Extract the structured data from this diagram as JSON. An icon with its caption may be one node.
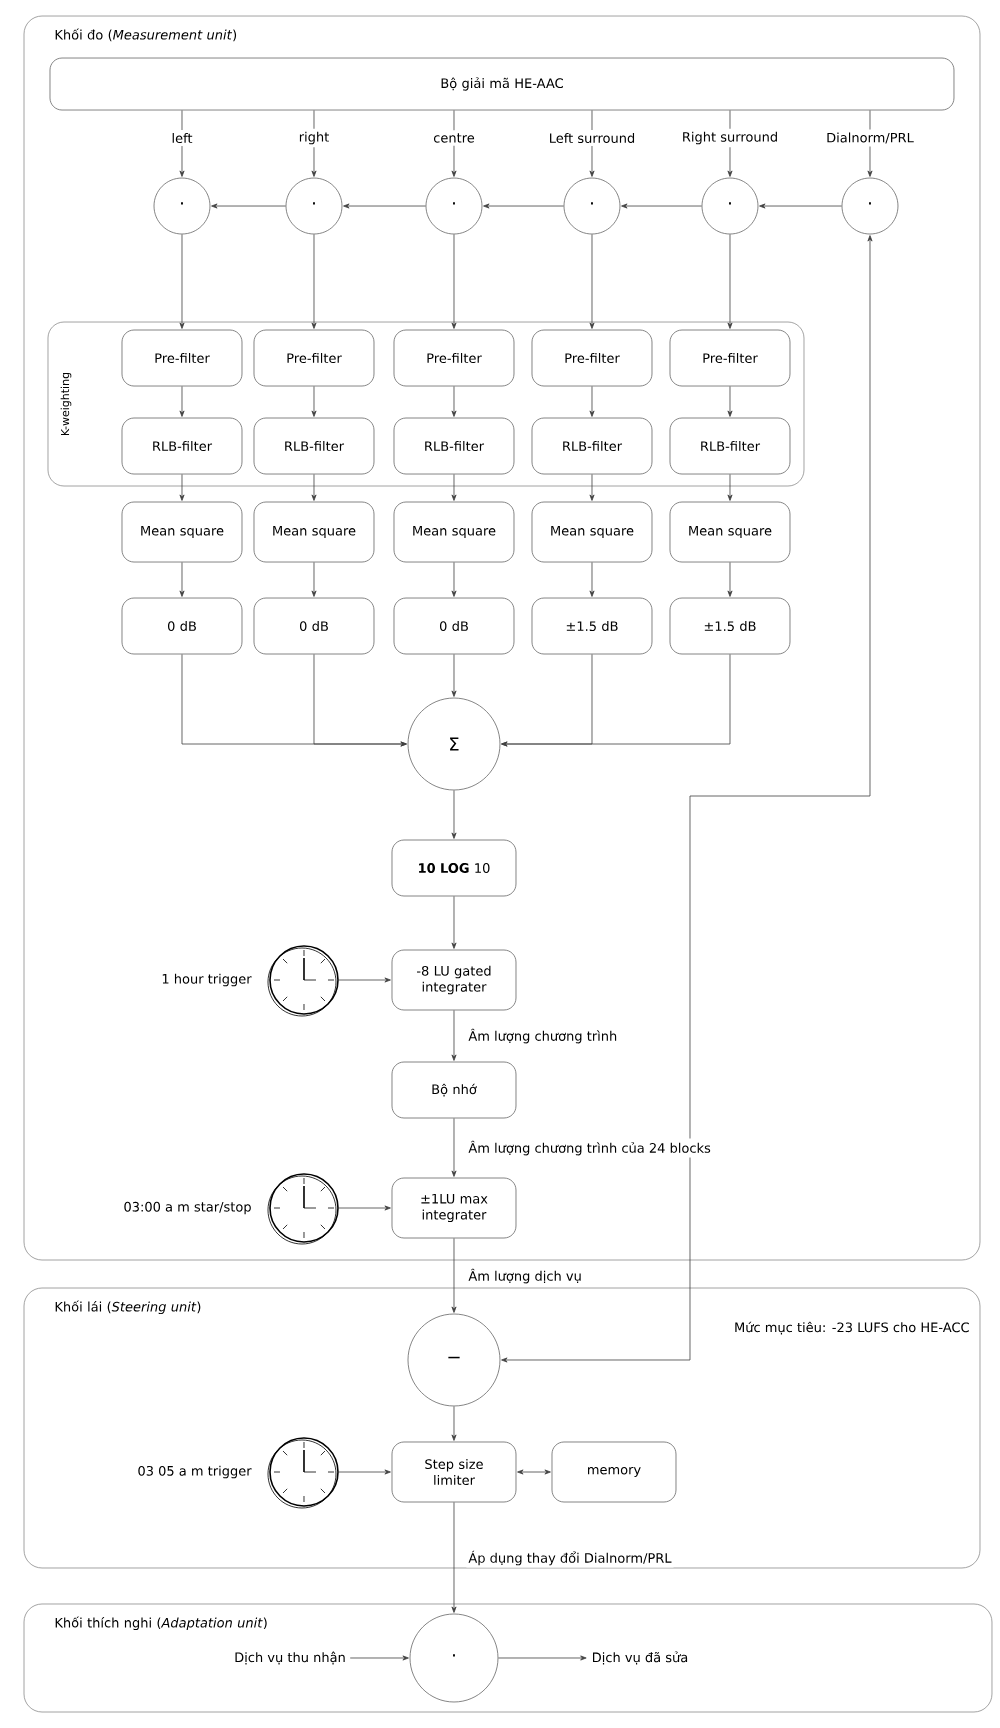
{
  "diagram": {
    "nodes": [
      {
        "text": [
          "Khối đo (*Measurement unit*)"
        ]
      },
      {
        "text": [
          "Bộ giải mã HE-AAC"
        ],
        "in": 0
      },
      {
        "text": [
          "·"
        ],
        "in": 0
      },
      {
        "text": [
          "·"
        ],
        "in": 0
      },
      {
        "text": [
          "·"
        ],
        "in": 0
      },
      {
        "text": [
          "·"
        ],
        "in": 0
      },
      {
        "text": [
          "·"
        ],
        "in": 0
      },
      {
        "text": [
          "·"
        ],
        "in": 0
      },
      {
        "text": [
          "K-weighting"
        ],
        "in": 0
      },
      {
        "text": [
          "Pre-filter"
        ],
        "in": 8
      },
      {
        "text": [
          "Pre-filter"
        ],
        "in": 8
      },
      {
        "text": [
          "Pre-filter"
        ],
        "in": 8
      },
      {
        "text": [
          "Pre-filter"
        ],
        "in": 8
      },
      {
        "text": [
          "Pre-filter"
        ],
        "in": 8
      },
      {
        "text": [
          "RLB-filter"
        ],
        "in": 8
      },
      {
        "text": [
          "RLB-filter"
        ],
        "in": 8
      },
      {
        "text": [
          "RLB-filter"
        ],
        "in": 8
      },
      {
        "text": [
          "RLB-filter"
        ],
        "in": 8
      },
      {
        "text": [
          "RLB-filter"
        ],
        "in": 8
      },
      {
        "text": [
          "Mean square"
        ],
        "in": 0
      },
      {
        "text": [
          "Mean square"
        ],
        "in": 0
      },
      {
        "text": [
          "Mean square"
        ],
        "in": 0
      },
      {
        "text": [
          "Mean square"
        ],
        "in": 0
      },
      {
        "text": [
          "Mean square"
        ],
        "in": 0
      },
      {
        "text": [
          "0 dB"
        ],
        "in": 0
      },
      {
        "text": [
          "0 dB"
        ],
        "in": 0
      },
      {
        "text": [
          "0 dB"
        ],
        "in": 0
      },
      {
        "text": [
          "±1.5 dB"
        ],
        "in": 0
      },
      {
        "text": [
          "±1.5 dB"
        ],
        "in": 0
      },
      {
        "text": [
          "Σ"
        ],
        "in": 0
      },
      {
        "text": [
          "**10 LOG** 10"
        ],
        "in": 0
      },
      {
        "text": [],
        "shape": "clock",
        "beside": [
          "1 hour trigger"
        ],
        "in": 0
      },
      {
        "text": [
          "-8 LU gated integrater"
        ],
        "in": 0
      },
      {
        "text": [
          "Bộ nhớ"
        ],
        "in": 0
      },
      {
        "text": [],
        "shape": "clock",
        "beside": [
          "03:00 a m star/stop"
        ],
        "in": 0
      },
      {
        "text": [
          "±1LU max integrater"
        ],
        "in": 0
      },
      {
        "text": [
          "Khối lái (*Steering unit*)"
        ]
      },
      {
        "text": [
          "−"
        ],
        "in": 36
      },
      {
        "text": [],
        "shape": "clock",
        "beside": [
          "03 05 a m trigger"
        ],
        "in": 36
      },
      {
        "text": [
          "Step size limiter"
        ],
        "in": 36
      },
      {
        "text": [
          "memory"
        ],
        "in": 36
      },
      {
        "text": [
          "Khối thích nghi (*Adaptation unit*)"
        ]
      },
      {
        "text": [
          "·"
        ],
        "in": 41
      },
      {
        "text": [
          "Dịch vụ thu nhận"
        ],
        "in": 41
      },
      {
        "text": [
          "Dịch vụ đã sửa"
        ],
        "in": 41
      }
    ],
    "edges": [
      {
        "from": 1,
        "to": 2,
        "arrow": "to",
        "label": "left"
      },
      {
        "from": 1,
        "to": 3,
        "arrow": "to",
        "label": "right"
      },
      {
        "from": 1,
        "to": 4,
        "arrow": "to",
        "label": "centre"
      },
      {
        "from": 1,
        "to": 5,
        "arrow": "to",
        "label": "Left surround"
      },
      {
        "from": 1,
        "to": 6,
        "arrow": "to",
        "label": "Right surround"
      },
      {
        "from": 1,
        "to": 7,
        "arrow": "to",
        "label": "Dialnorm/PRL"
      },
      {
        "from": 7,
        "to": 6,
        "arrow": "to"
      },
      {
        "from": 6,
        "to": 5,
        "arrow": "to"
      },
      {
        "from": 5,
        "to": 4,
        "arrow": "to"
      },
      {
        "from": 4,
        "to": 3,
        "arrow": "to"
      },
      {
        "from": 3,
        "to": 2,
        "arrow": "to"
      },
      {
        "from": 2,
        "to": 9,
        "arrow": "to"
      },
      {
        "from": 3,
        "to": 10,
        "arrow": "to"
      },
      {
        "from": 4,
        "to": 11,
        "arrow": "to"
      },
      {
        "from": 5,
        "to": 12,
        "arrow": "to"
      },
      {
        "from": 6,
        "to": 13,
        "arrow": "to"
      },
      {
        "from": 9,
        "to": 14,
        "arrow": "to"
      },
      {
        "from": 10,
        "to": 15,
        "arrow": "to"
      },
      {
        "from": 11,
        "to": 16,
        "arrow": "to"
      },
      {
        "from": 12,
        "to": 17,
        "arrow": "to"
      },
      {
        "from": 13,
        "to": 18,
        "arrow": "to"
      },
      {
        "from": 14,
        "to": 19,
        "arrow": "to"
      },
      {
        "from": 15,
        "to": 20,
        "arrow": "to"
      },
      {
        "from": 16,
        "to": 21,
        "arrow": "to"
      },
      {
        "from": 17,
        "to": 22,
        "arrow": "to"
      },
      {
        "from": 18,
        "to": 23,
        "arrow": "to"
      },
      {
        "from": 19,
        "to": 24,
        "arrow": "to"
      },
      {
        "from": 20,
        "to": 25,
        "arrow": "to"
      },
      {
        "from": 21,
        "to": 26,
        "arrow": "to"
      },
      {
        "from": 22,
        "to": 27,
        "arrow": "to"
      },
      {
        "from": 23,
        "to": 28,
        "arrow": "to"
      },
      {
        "from": 24,
        "to": 29,
        "arrow": "to"
      },
      {
        "from": 25,
        "to": 29,
        "arrow": "to"
      },
      {
        "from": 26,
        "to": 29,
        "arrow": "to"
      },
      {
        "from": 27,
        "to": 29,
        "arrow": "to"
      },
      {
        "from": 28,
        "to": 29,
        "arrow": "to"
      },
      {
        "from": 29,
        "to": 30,
        "arrow": "to"
      },
      {
        "from": 30,
        "to": 32,
        "arrow": "to"
      },
      {
        "from": 31,
        "to": 32,
        "arrow": "to"
      },
      {
        "from": 32,
        "to": 33,
        "arrow": "to",
        "label": "Âm lượng chương trình"
      },
      {
        "from": 33,
        "to": 35,
        "arrow": "to",
        "label": "Âm lượng chương trình của 24 blocks"
      },
      {
        "from": 34,
        "to": 35,
        "arrow": "to"
      },
      {
        "from": 35,
        "to": 37,
        "arrow": "to",
        "label": "Âm lượng dịch vụ"
      },
      {
        "from": 37,
        "to": 7,
        "arrow": "both"
      },
      {
        "from": 37,
        "to": 39,
        "arrow": "to"
      },
      {
        "from": 38,
        "to": 39,
        "arrow": "to"
      },
      {
        "from": 39,
        "to": 40,
        "arrow": "both"
      },
      {
        "from": 39,
        "to": 42,
        "arrow": "to",
        "label": "Áp dụng thay đổi Dialnorm/PRL"
      },
      {
        "from": 43,
        "to": 42,
        "arrow": "to"
      },
      {
        "from": 42,
        "to": 44,
        "arrow": "to"
      }
    ],
    "labels": [
      "Mức mục tiêu: -23 LUFS cho HE-ACC"
    ]
  }
}
